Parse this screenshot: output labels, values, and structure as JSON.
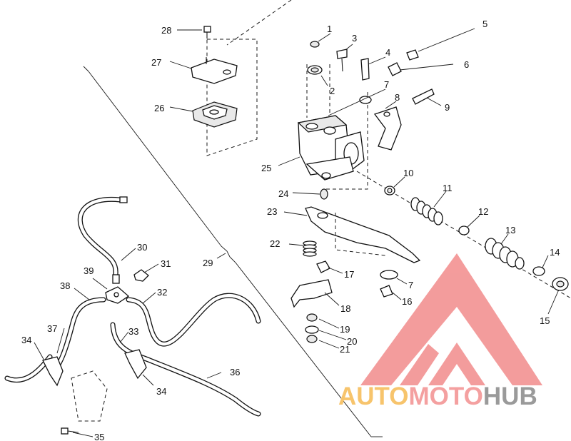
{
  "labels": [
    {
      "id": "28",
      "text": "28"
    },
    {
      "id": "27",
      "text": "27"
    },
    {
      "id": "26",
      "text": "26"
    },
    {
      "id": "1",
      "text": "1"
    },
    {
      "id": "2",
      "text": "2"
    },
    {
      "id": "3",
      "text": "3"
    },
    {
      "id": "4",
      "text": "4"
    },
    {
      "id": "5",
      "text": "5"
    },
    {
      "id": "6",
      "text": "6"
    },
    {
      "id": "7a",
      "text": "7"
    },
    {
      "id": "8",
      "text": "8"
    },
    {
      "id": "9",
      "text": "9"
    },
    {
      "id": "25",
      "text": "25"
    },
    {
      "id": "10",
      "text": "10"
    },
    {
      "id": "11",
      "text": "11"
    },
    {
      "id": "24",
      "text": "24"
    },
    {
      "id": "23",
      "text": "23"
    },
    {
      "id": "12",
      "text": "12"
    },
    {
      "id": "13",
      "text": "13"
    },
    {
      "id": "22",
      "text": "22"
    },
    {
      "id": "14",
      "text": "14"
    },
    {
      "id": "30",
      "text": "30"
    },
    {
      "id": "29",
      "text": "29"
    },
    {
      "id": "17",
      "text": "17"
    },
    {
      "id": "7b",
      "text": "7"
    },
    {
      "id": "39",
      "text": "39"
    },
    {
      "id": "31",
      "text": "31"
    },
    {
      "id": "38",
      "text": "38"
    },
    {
      "id": "32",
      "text": "32"
    },
    {
      "id": "16",
      "text": "16"
    },
    {
      "id": "15",
      "text": "15"
    },
    {
      "id": "18",
      "text": "18"
    },
    {
      "id": "19",
      "text": "19"
    },
    {
      "id": "20",
      "text": "20"
    },
    {
      "id": "37",
      "text": "37"
    },
    {
      "id": "33",
      "text": "33"
    },
    {
      "id": "21",
      "text": "21"
    },
    {
      "id": "34a",
      "text": "34"
    },
    {
      "id": "36",
      "text": "36"
    },
    {
      "id": "34b",
      "text": "34"
    },
    {
      "id": "35",
      "text": "35"
    }
  ],
  "watermark": {
    "part1": "AUTO",
    "part2": "MOTO",
    "part3": "HUB",
    "color_auto": "#f7c46c",
    "color_moto": "#f4a0a0",
    "color_hub": "#9a9a9a",
    "logo_color": "#f28b8b"
  }
}
